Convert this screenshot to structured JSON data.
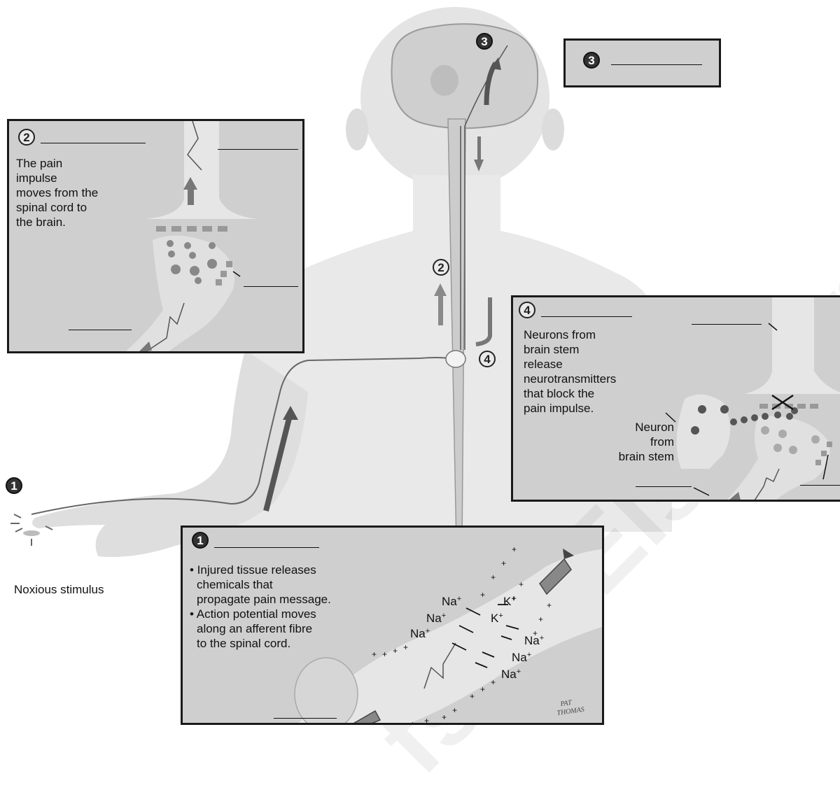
{
  "watermark": "fs @ Elsevier Australia",
  "stimulus_label": "Noxious stimulus",
  "markers": {
    "step1": "1",
    "step2": "2",
    "step3": "3",
    "step4": "4"
  },
  "panel3": {
    "num": "3"
  },
  "panel2": {
    "num": "2",
    "text_lines": [
      "The pain",
      "impulse",
      "moves from the",
      "spinal cord to",
      "the brain."
    ]
  },
  "panel4": {
    "num": "4",
    "text_lines": [
      "Neurons from",
      "brain stem",
      "release",
      "neurotransmitters",
      "that block the",
      "pain impulse."
    ],
    "neuron_label_lines": [
      "Neuron",
      "from",
      "brain stem"
    ]
  },
  "panel1": {
    "num": "1",
    "bullets": [
      [
        "• Injured tissue releases",
        "chemicals that",
        "propagate pain message."
      ],
      [
        "• Action potential moves",
        "along an afferent fibre",
        "to the spinal cord."
      ]
    ],
    "ions": [
      {
        "name": "Na",
        "charge": "+"
      },
      {
        "name": "Na",
        "charge": "+"
      },
      {
        "name": "Na",
        "charge": "+"
      },
      {
        "name": "K",
        "charge": "+"
      },
      {
        "name": "K",
        "charge": "+"
      },
      {
        "name": "Na",
        "charge": "+"
      },
      {
        "name": "Na",
        "charge": "+"
      },
      {
        "name": "Na",
        "charge": "+"
      }
    ],
    "signature_lines": [
      "PAT",
      "THOMAS"
    ]
  }
}
